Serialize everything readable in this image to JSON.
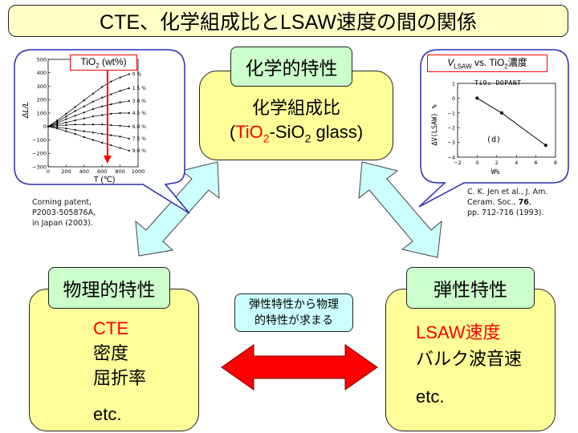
{
  "title": "CTE、化学組成比とLSAW速度の間の関係",
  "center": {
    "tag": "化学的特性",
    "line1": "化学組成比",
    "line2_prefix": "(",
    "line2_tio": "TiO",
    "line2_tio_sub": "2",
    "line2_dash": "-SiO",
    "line2_sio_sub": "2",
    "line2_suffix": " glass)"
  },
  "left": {
    "tag": "物理的特性",
    "items": [
      "CTE",
      "密度",
      "屈折率",
      "",
      "etc."
    ]
  },
  "right": {
    "tag": "弾性特性",
    "items": [
      "LSAW速度",
      "バルク波音速",
      "",
      "etc."
    ]
  },
  "middle_note": {
    "line1": "弾性特性から物理",
    "line2": "的特性が求まる"
  },
  "left_chart_callout": {
    "legend_label": "TiO",
    "legend_sub": "2",
    "legend_unit": " (wt%)",
    "ylabel": "ΔL/L",
    "xlabel": "T (℃)",
    "citation": [
      "Corning patent,",
      "P2003-505876A,",
      "in Japan (2003)."
    ]
  },
  "right_chart_callout": {
    "legend_v": "V",
    "legend_v_sub": "LSAW",
    "legend_vs": " vs. TiO",
    "legend_tio_sub": "2",
    "legend_tail": "濃度",
    "inner_title": "TiO₂ DOPANT",
    "ylabel": "ΔV(LSAW) %",
    "xlabel": "W%",
    "panel_label": "(d)",
    "citation_line1": "C. K. Jen et al., J. Am.",
    "citation_line2_a": "Ceram. Soc., ",
    "citation_line2_b": "76",
    "citation_line2_c": ",",
    "citation_line3": "pp. 712-716 (1993)."
  },
  "chart_data": [
    {
      "type": "line",
      "title": "",
      "xlabel": "T (℃)",
      "ylabel": "ΔL/L",
      "xlim": [
        0,
        1000
      ],
      "ylim": [
        -300,
        500
      ],
      "x_ticks": [
        "0",
        "200",
        "400",
        "600",
        "800",
        "1000"
      ],
      "y_ticks": [
        "500",
        "400",
        "300",
        "200",
        "100",
        "0",
        "−100",
        "−200",
        "−300"
      ],
      "series": [
        {
          "name": "0 %",
          "x": [
            0,
            100,
            200,
            300,
            400,
            500,
            600,
            700,
            800,
            900
          ],
          "values": [
            0,
            45,
            95,
            145,
            195,
            245,
            295,
            335,
            365,
            390
          ]
        },
        {
          "name": "1.5 %",
          "x": [
            0,
            100,
            200,
            300,
            400,
            500,
            600,
            700,
            800,
            900
          ],
          "values": [
            0,
            35,
            75,
            115,
            150,
            185,
            215,
            240,
            265,
            285
          ]
        },
        {
          "name": "3.0 %",
          "x": [
            0,
            100,
            200,
            300,
            400,
            500,
            600,
            700,
            800,
            900
          ],
          "values": [
            0,
            25,
            55,
            80,
            105,
            130,
            150,
            165,
            180,
            190
          ]
        },
        {
          "name": "4.5 %",
          "x": [
            0,
            100,
            200,
            300,
            400,
            500,
            600,
            700,
            800,
            900
          ],
          "values": [
            0,
            15,
            30,
            45,
            60,
            75,
            85,
            95,
            100,
            100
          ]
        },
        {
          "name": "6.0 %",
          "x": [
            0,
            100,
            200,
            300,
            400,
            500,
            600,
            700,
            800,
            900
          ],
          "values": [
            0,
            5,
            10,
            15,
            15,
            15,
            15,
            10,
            5,
            0
          ]
        },
        {
          "name": "7.5 %",
          "x": [
            0,
            100,
            200,
            300,
            400,
            500,
            600,
            700,
            800,
            900
          ],
          "values": [
            0,
            -5,
            -15,
            -25,
            -35,
            -45,
            -55,
            -65,
            -75,
            -90
          ]
        },
        {
          "name": "9.0 %",
          "x": [
            0,
            100,
            200,
            300,
            400,
            500,
            600,
            700,
            800,
            900
          ],
          "values": [
            0,
            -15,
            -35,
            -55,
            -80,
            -100,
            -120,
            -140,
            -160,
            -180
          ]
        }
      ]
    },
    {
      "type": "line",
      "title": "TiO₂ DOPANT",
      "xlabel": "W%",
      "ylabel": "ΔV(LSAW) %",
      "xlim": [
        -2,
        8
      ],
      "ylim": [
        -4,
        1
      ],
      "x_ticks": [
        "−2",
        "0",
        "2",
        "4",
        "6",
        "8"
      ],
      "y_ticks": [
        "1",
        "0",
        "−1",
        "−2",
        "−3",
        "−4"
      ],
      "series": [
        {
          "name": "",
          "x": [
            0,
            2.5,
            7
          ],
          "values": [
            0,
            -1.0,
            -3.2
          ]
        }
      ]
    }
  ]
}
